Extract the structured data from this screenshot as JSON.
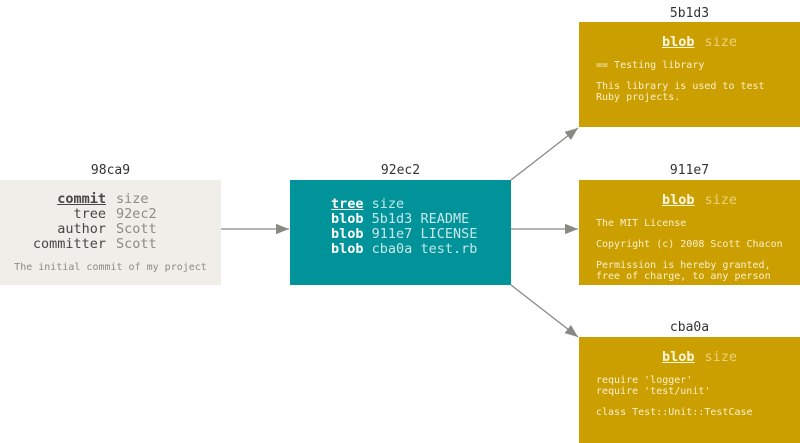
{
  "commit": {
    "id": "98ca9",
    "type": "commit",
    "size": "size",
    "fields": [
      {
        "key": "tree",
        "value": "92ec2"
      },
      {
        "key": "author",
        "value": "Scott"
      },
      {
        "key": "committer",
        "value": "Scott"
      }
    ],
    "message": "The initial commit of my project"
  },
  "tree": {
    "id": "92ec2",
    "type": "tree",
    "size": "size",
    "entries": [
      {
        "kind": "blob",
        "hash": "5b1d3",
        "name": "README"
      },
      {
        "kind": "blob",
        "hash": "911e7",
        "name": "LICENSE"
      },
      {
        "kind": "blob",
        "hash": "cba0a",
        "name": "test.rb"
      }
    ]
  },
  "blobs": [
    {
      "id": "5b1d3",
      "type": "blob",
      "size": "size",
      "paragraphs": [
        "== Testing library",
        "This library is used to test\nRuby projects."
      ]
    },
    {
      "id": "911e7",
      "type": "blob",
      "size": "size",
      "paragraphs": [
        "The MIT License",
        "Copyright (c) 2008 Scott Chacon",
        "Permission is hereby granted,\nfree of charge, to any person"
      ]
    },
    {
      "id": "cba0a",
      "type": "blob",
      "size": "size",
      "paragraphs": [
        "require 'logger'\nrequire 'test/unit'\n",
        "class Test::Unit::TestCase"
      ]
    }
  ],
  "colors": {
    "commit": "#efeee8",
    "tree": "#00939a",
    "blob": "#cc9f00",
    "arrow": "#8a8a84"
  }
}
